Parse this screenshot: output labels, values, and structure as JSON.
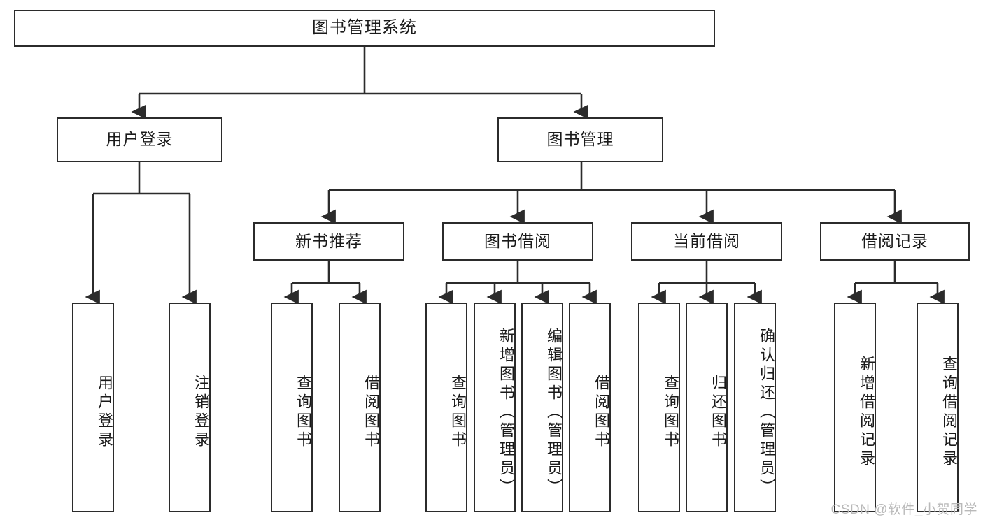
{
  "diagram": {
    "title": "图书管理系统",
    "type": "tree-structure-chart",
    "line_color": "#2b2b2b",
    "box_fill": "#ffffff",
    "text_color": "#1a1a1a",
    "root": {
      "label": "图书管理系统"
    },
    "level1": [
      {
        "label": "用户登录"
      },
      {
        "label": "图书管理"
      }
    ],
    "level2": [
      {
        "label": "新书推荐"
      },
      {
        "label": "图书借阅"
      },
      {
        "label": "当前借阅"
      },
      {
        "label": "借阅记录"
      }
    ],
    "leaves": {
      "user_login": [
        {
          "label": "用户登录"
        },
        {
          "label": "注销登录"
        }
      ],
      "new_book_recommend": [
        {
          "label": "查询图书"
        },
        {
          "label": "借阅图书"
        }
      ],
      "book_borrow": [
        {
          "label": "查询图书"
        },
        {
          "label": "新增图书（管理员）"
        },
        {
          "label": "编辑图书（管理员）"
        },
        {
          "label": "借阅图书"
        }
      ],
      "current_borrow": [
        {
          "label": "查询图书"
        },
        {
          "label": "归还图书"
        },
        {
          "label": "确认归还（管理员）"
        }
      ],
      "borrow_record": [
        {
          "label": "新增借阅记录"
        },
        {
          "label": "查询借阅记录"
        }
      ]
    }
  },
  "watermark": {
    "text": "CSDN @软件_小贺同学",
    "color": "#b9b9b9"
  }
}
